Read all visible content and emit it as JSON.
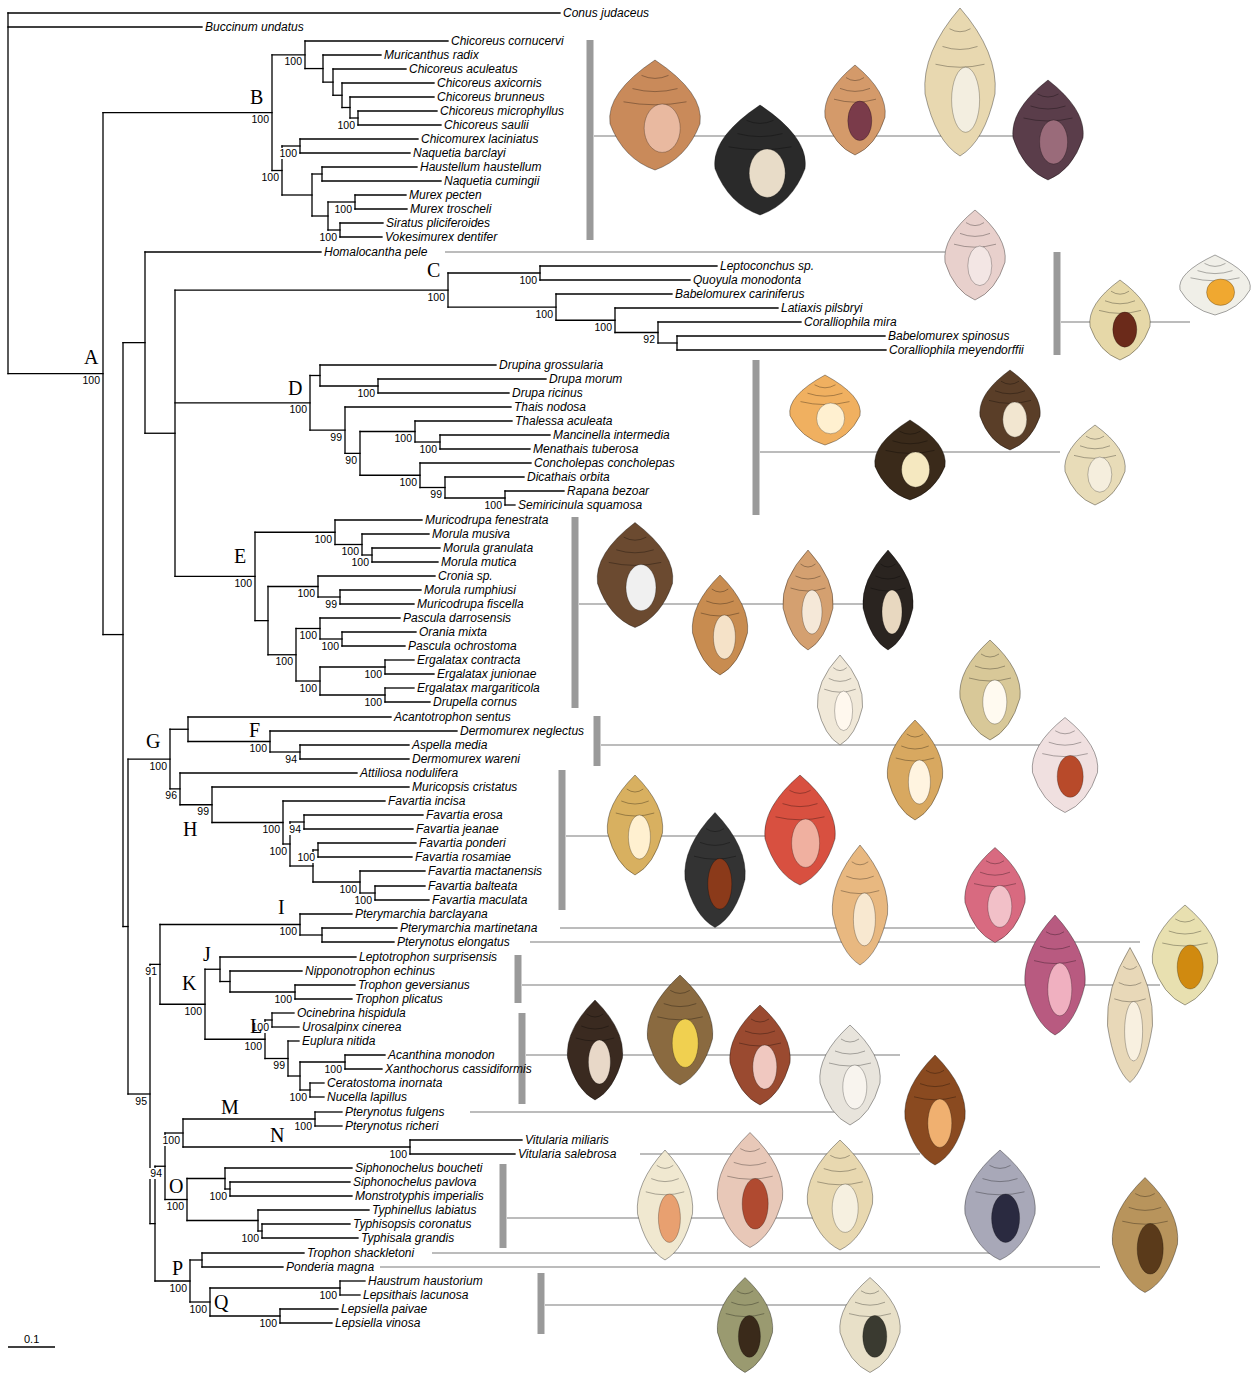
{
  "diagram": {
    "labels": [
      "Conus judaceus",
      "Buccinum undatus",
      "Chicoreus cornucervi",
      "Muricanthus radix",
      "Chicoreus aculeatus",
      "Chicoreus axicornis",
      "Chicoreus brunneus",
      "Chicoreus microphyllus",
      "Chicoreus saulii",
      "Chicomurex laciniatus",
      "Naquetia barclayi",
      "Haustellum haustellum",
      "Naquetia cumingii",
      "Murex pecten",
      "Murex troscheli",
      "Siratus pliciferoides",
      "Vokesimurex dentifer",
      "Homalocantha pele",
      "Leptoconchus sp.",
      "Quoyula monodonta",
      "Babelomurex cariniferus",
      "Latiaxis pilsbryi",
      "Coralliophila mira",
      "Babelomurex spinosus",
      "Coralliophila meyendorffii",
      "Drupina grossularia",
      "Drupa morum",
      "Drupa ricinus",
      "Thais nodosa",
      "Thalessa aculeata",
      "Mancinella intermedia",
      "Menathais tuberosa",
      "Concholepas concholepas",
      "Dicathais orbita",
      "Rapana bezoar",
      "Semiricinula squamosa",
      "Muricodrupa fenestrata",
      "Morula musiva",
      "Morula granulata",
      "Morula mutica",
      "Cronia sp.",
      "Morula rumphiusi",
      "Muricodrupa fiscella",
      "Pascula darrosensis",
      "Orania mixta",
      "Pascula ochrostoma",
      "Ergalatax contracta",
      "Ergalatax junionae",
      "Ergalatax margariticola",
      "Drupella cornus",
      "Acantotrophon sentus",
      "Dermomurex neglectus",
      "Aspella media",
      "Dermomurex wareni",
      "Attiliosa nodulifera",
      "Muricopsis cristatus",
      "Favartia incisa",
      "Favartia erosa",
      "Favartia jeanae",
      "Favartia ponderi",
      "Favartia rosamiae",
      "Favartia mactanensis",
      "Favartia balteata",
      "Favartia maculata",
      "Pterymarchia barclayana",
      "Pterymarchia martinetana",
      "Pterynotus elongatus",
      "Leptotrophon surprisensis",
      "Nipponotrophon echinus",
      "Trophon geversianus",
      "Trophon plicatus",
      "Ocinebrina hispidula",
      "Urosalpinx cinerea",
      "Euplura nitida",
      "Acanthina monodon",
      "Xanthochorus cassidiformis",
      "Ceratostoma inornata",
      "Nucella lapillus",
      "Pterynotus fulgens",
      "Pterynotus richeri",
      "Vitularia miliaris",
      "Vitularia salebrosa",
      "Siphonochelus boucheti",
      "Siphonochelus pavlova",
      "Monstrotyphis imperialis",
      "Typhinellus labiatus",
      "Typhisopsis coronatus",
      "Typhisala grandis",
      "Trophon shackletoni",
      "Ponderia magna",
      "Haustrum haustorium",
      "Lepsithais lacunosa",
      "Lepsiella paivae",
      "Lepsiella vinosa",
      "A",
      "100",
      "B",
      "100",
      "100",
      "100",
      "100",
      "100",
      "100",
      "100",
      "C",
      "100",
      "100",
      "100",
      "100",
      "92",
      "D",
      "100",
      "100",
      "99",
      "90",
      "100",
      "100",
      "100",
      "99",
      "100",
      "E",
      "100",
      "100",
      "100",
      "100",
      "100",
      "99",
      "100",
      "100",
      "100",
      "100",
      "100",
      "100",
      "G",
      "100",
      "F",
      "100",
      "94",
      "96",
      "H",
      "99",
      "100",
      "100",
      "94",
      "100",
      "100",
      "100",
      "95",
      "91",
      "I",
      "100",
      "K",
      "100",
      "J",
      "100",
      "L",
      "100",
      "100",
      "99",
      "100",
      "100",
      "94",
      "100",
      "M",
      "100",
      "N",
      "100",
      "O",
      "100",
      "100",
      "100",
      "P",
      "100",
      "Q",
      "100",
      "100",
      "100",
      "0.1"
    ]
  }
}
